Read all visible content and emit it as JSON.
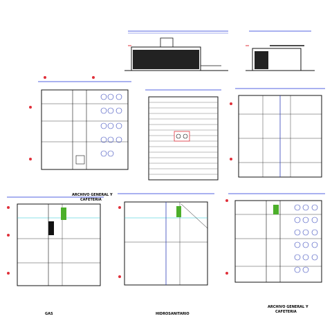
{
  "labels": {
    "archivo_general": "ARCHIVO GENERAL Y",
    "cafeteria": "CAFETERIA",
    "gas": "GAS",
    "hidrosanitario": "HIDROSANITARIO",
    "archivo_general_2": "ARCHIVO GENERAL Y",
    "cafeteria_2": "CAFETERIA"
  },
  "colors": {
    "grid_marker": "#e0303a",
    "dimension": "#1a2fd6",
    "furniture": "#2e3fb8",
    "accent_green": "#4caf2a",
    "line": "#111111",
    "cyan_wall": "#19c4d4"
  }
}
